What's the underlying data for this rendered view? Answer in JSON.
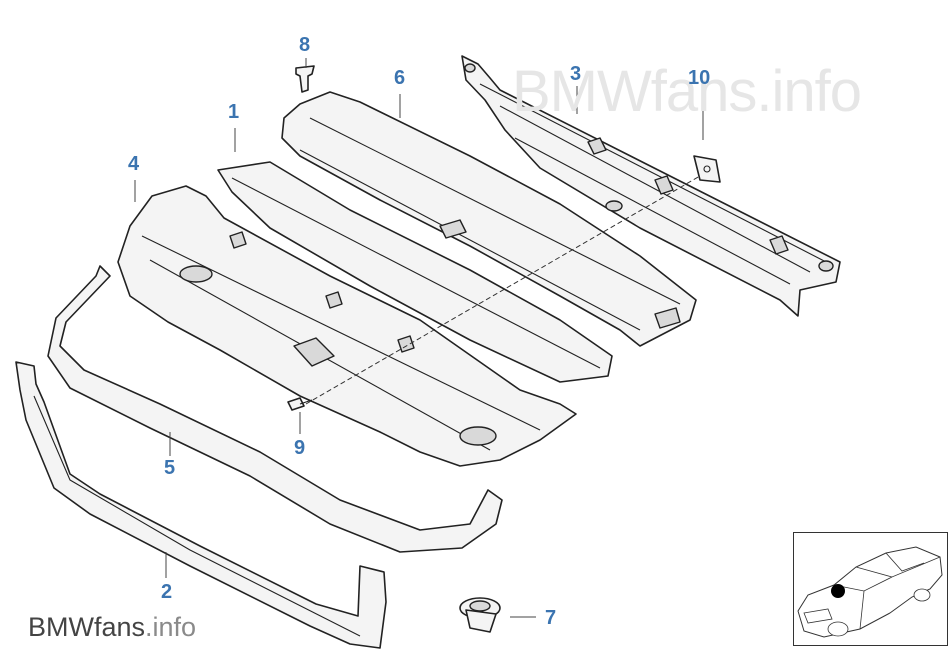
{
  "watermark": {
    "main": "BMWfans.info",
    "brand": "BMW",
    "suffix_dark": "fans",
    "suffix_light": ".info"
  },
  "callouts": [
    {
      "id": "1",
      "label": "1"
    },
    {
      "id": "2",
      "label": "2"
    },
    {
      "id": "3",
      "label": "3"
    },
    {
      "id": "4",
      "label": "4"
    },
    {
      "id": "5",
      "label": "5"
    },
    {
      "id": "6",
      "label": "6"
    },
    {
      "id": "7",
      "label": "7"
    },
    {
      "id": "8",
      "label": "8"
    },
    {
      "id": "9",
      "label": "9"
    },
    {
      "id": "10",
      "label": "10"
    }
  ],
  "colors": {
    "callout": "#3b74b0",
    "watermark_big": "#e6e6e6",
    "line": "#222222",
    "marker": "#000000"
  },
  "inset": {
    "icon": "car-location-icon"
  }
}
